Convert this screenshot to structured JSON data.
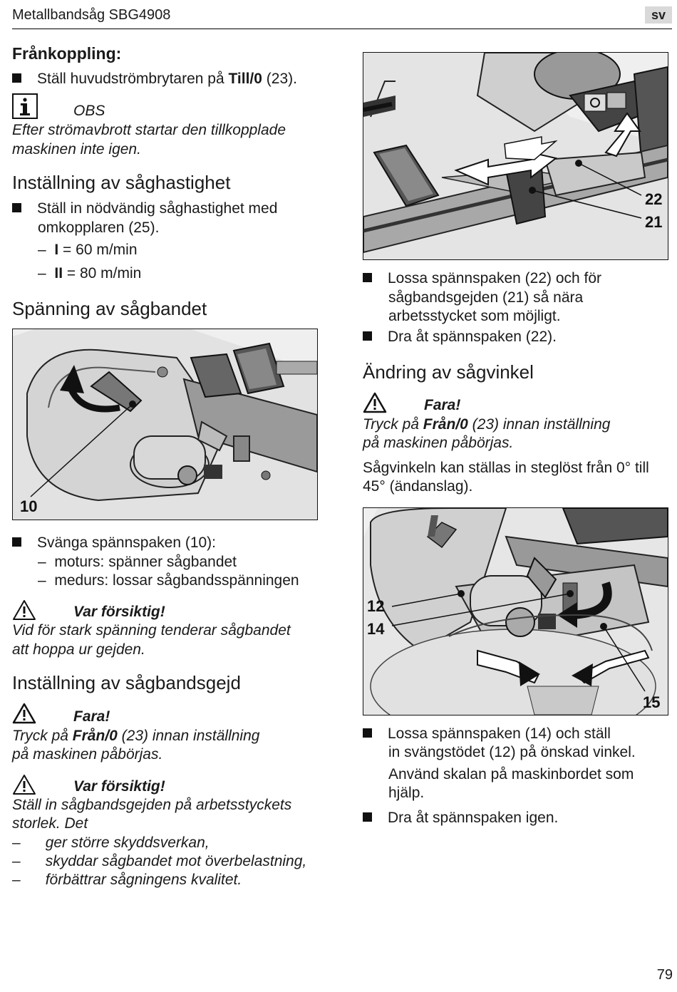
{
  "header": {
    "title": "Metallbandsåg SBG4908",
    "lang": "sv"
  },
  "left": {
    "disconnect": {
      "heading": "Frånkoppling:",
      "bullet_pre": "Ställ huvudströmbrytaren på ",
      "bullet_bold": "Till/0",
      "bullet_post": " (23).",
      "note_label": "OBS",
      "note_line1": "Efter strömavbrott startar den tillkopplade",
      "note_line2": "maskinen inte igen."
    },
    "speed": {
      "heading": "Inställning av såghastighet",
      "bullet_line1": "Ställ in nödvändig såghastighet med",
      "bullet_line2": "omkopplaren (25).",
      "opt1_key": "I",
      "opt1_val": " = 60 m/min",
      "opt2_key": "II",
      "opt2_val": " = 80 m/min"
    },
    "tension": {
      "heading": "Spänning av sågbandet",
      "fig_label": "10",
      "bullet": "Svänga spännspaken (10):",
      "sub1": "moturs: spänner sågbandet",
      "sub2": "medurs: lossar sågbandsspänningen",
      "caution_label": "Var försiktig!",
      "caution_line1": "Vid för stark spänning tenderar sågbandet",
      "caution_line2": "att hoppa ur gejden."
    },
    "guide": {
      "heading": "Inställning av sågbandsgejd",
      "danger_label": "Fara!",
      "danger_pre": "Tryck på ",
      "danger_bold": "Från/0",
      "danger_post": " (23) innan inställning",
      "danger_line2": "på maskinen påbörjas.",
      "caution_label": "Var försiktig!",
      "caution_line1": "Ställ in sågbandsgejden på arbetsstyckets",
      "caution_line2": "storlek. Det",
      "items": [
        "ger större skyddsverkan,",
        "skyddar sågbandet mot överbelastning,",
        "förbättrar sågningens kvalitet."
      ]
    }
  },
  "right": {
    "fig1_labels": [
      "22",
      "21"
    ],
    "guide_bullet_line1": "Lossa spännspaken (22) och för",
    "guide_bullet_line2": "sågbandsgejden (21) så nära",
    "guide_bullet_line3": "arbetsstycket som möjligt.",
    "guide_bullet2": "Dra åt spännspaken (22).",
    "angle": {
      "heading": "Ändring av sågvinkel",
      "danger_label": "Fara!",
      "danger_pre": "Tryck på ",
      "danger_bold": "Från/0",
      "danger_post": " (23) innan inställning",
      "danger_line2": "på maskinen påbörjas.",
      "para_line1": "Sågvinkeln kan ställas in steglöst från 0° till",
      "para_line2": "45° (ändanslag).",
      "fig_labels": [
        "12",
        "14",
        "15"
      ],
      "bullet_line1": "Lossa spännspaken (14) och ställ",
      "bullet_line2": "in svängstödet (12) på önskad vinkel.",
      "para2_line1": "Använd skalan på maskinbordet som",
      "para2_line2": "hjälp.",
      "bullet2": "Dra åt spännspaken igen."
    }
  },
  "page_number": "79"
}
